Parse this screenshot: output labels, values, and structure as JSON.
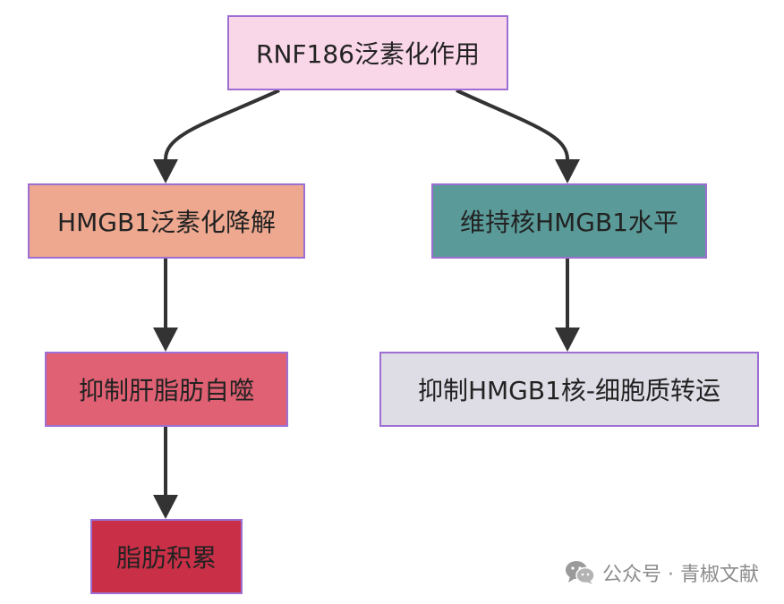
{
  "nodes": {
    "root": {
      "label": "RNF186泛素化作用",
      "color": "#fad7e8"
    },
    "hmgb1_degradation": {
      "label": "HMGB1泛素化降解",
      "color": "#eda88f"
    },
    "maintain_nuclear": {
      "label": "维持核HMGB1水平",
      "color": "#5a9b99"
    },
    "inhibit_autophagy": {
      "label": "抑制肝脂肪自噬",
      "color": "#e06173"
    },
    "inhibit_translocation": {
      "label": "抑制HMGB1核-细胞质转运",
      "color": "#dedce5"
    },
    "lipid_accumulation": {
      "label": "脂肪积累",
      "color": "#c93047"
    }
  },
  "edges": [
    {
      "from": "root",
      "to": "hmgb1_degradation"
    },
    {
      "from": "root",
      "to": "maintain_nuclear"
    },
    {
      "from": "hmgb1_degradation",
      "to": "inhibit_autophagy"
    },
    {
      "from": "maintain_nuclear",
      "to": "inhibit_translocation"
    },
    {
      "from": "inhibit_autophagy",
      "to": "lipid_accumulation"
    }
  ],
  "watermark": {
    "icon": "wechat-icon",
    "text": "公众号 · 青椒文献"
  }
}
